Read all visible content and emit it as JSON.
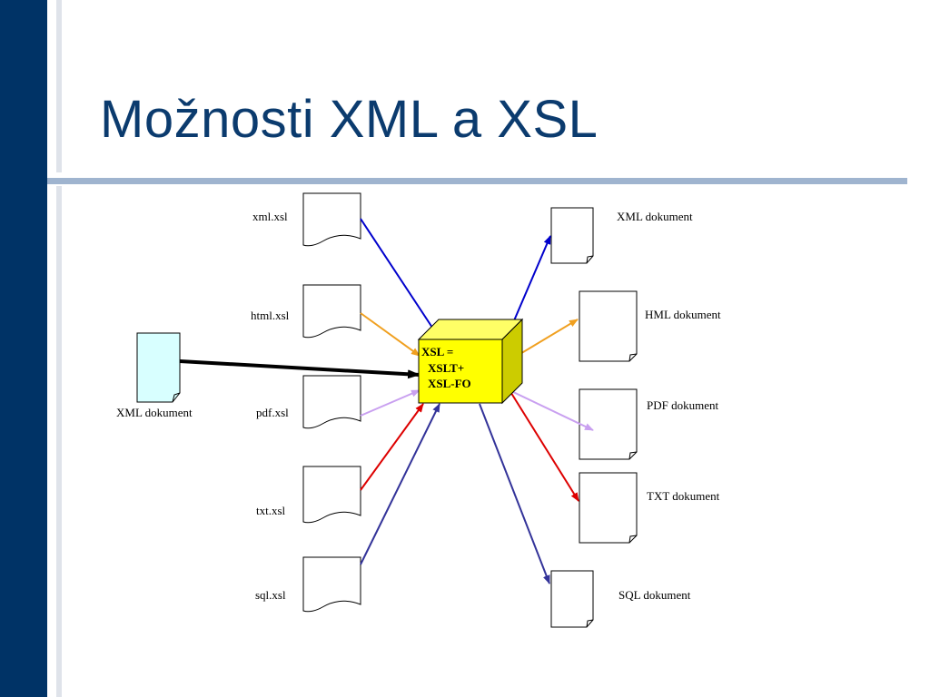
{
  "slide": {
    "title": "Možnosti XML a XSL"
  },
  "diagram": {
    "source": {
      "label": "XML dokument"
    },
    "processor": {
      "line1": "XSL =",
      "line2": "XSLT+",
      "line3": "XSL-FO"
    },
    "stylesheets": [
      {
        "label": "xml.xsl"
      },
      {
        "label": "html.xsl"
      },
      {
        "label": "pdf.xsl"
      },
      {
        "label": "txt.xsl"
      },
      {
        "label": "sql.xsl"
      }
    ],
    "outputs": [
      {
        "label": "XML dokument"
      },
      {
        "label": "HML dokument"
      },
      {
        "label": "PDF dokument"
      },
      {
        "label": "TXT dokument"
      },
      {
        "label": "SQL dokument"
      }
    ],
    "colors": {
      "xml_arrow": "#0000cc",
      "html_arrow": "#f0a020",
      "pdf_arrow": "#c9a0f0",
      "txt_arrow": "#dd0000",
      "sql_arrow": "#333399",
      "source_arrow": "#000000",
      "cube_fill": "#ffff00",
      "source_doc_fill": "#d8ffff"
    }
  }
}
